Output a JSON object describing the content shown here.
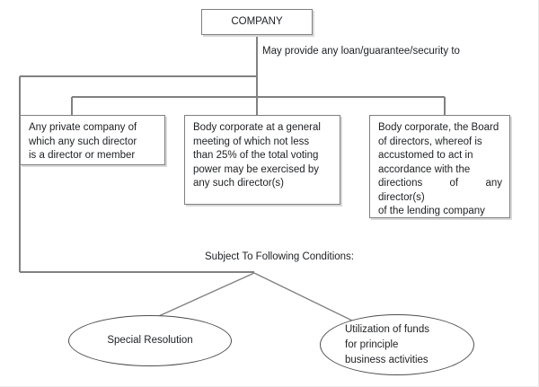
{
  "diagram": {
    "title_node": {
      "label": "COMPANY"
    },
    "edge_labels": {
      "may_provide": "May provide any loan/guarantee/security to",
      "conditions": "Subject To Following Conditions:"
    },
    "branches": [
      {
        "name": "private-company",
        "lines": [
          "Any private company of",
          "which any such director",
          "is a director or member"
        ]
      },
      {
        "name": "general-meeting",
        "lines": [
          "Body corporate at a general",
          "meeting of which not less",
          "than 25% of the total voting",
          "power may be exercised by",
          "any such director(s)"
        ]
      },
      {
        "name": "board-directors",
        "lines": [
          "Body corporate, the Board",
          "of directors, whereof is",
          "accustomed to act in",
          "accordance with the",
          "directions of any director(s)",
          "of the lending company"
        ]
      }
    ],
    "conditions": [
      {
        "name": "special-resolution",
        "lines": [
          "Special  Resolution"
        ]
      },
      {
        "name": "utilization-of-funds",
        "lines": [
          "Utilization of funds",
          "for principle",
          "business activities"
        ]
      }
    ],
    "colors": {
      "box_border": "#7f7f7f",
      "box_shadow": "#d9d9d9",
      "ellipse_border": "#4d4d4d",
      "connector": "#808080",
      "text": "#1d1f22",
      "background": "#ffffff"
    }
  }
}
